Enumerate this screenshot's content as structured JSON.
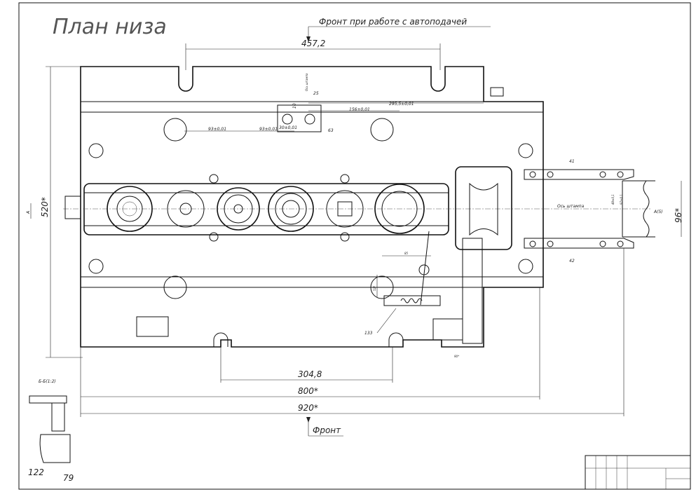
{
  "title": "План низа",
  "front_auto_label": "Фронт при работе с автоподачей",
  "front_label": "Фронт",
  "dimensions": {
    "top_width": "457,2",
    "height": "520*",
    "bottom_slots": "304,8",
    "width_800": "800*",
    "width_920": "920*",
    "strip_width": "96*",
    "d_295": "295,5±0,01",
    "d_156": "156±0,01",
    "d_93a": "93±0,01",
    "d_93b": "93±0,01",
    "d_30": "30±0,01",
    "d_25": "25",
    "d_63": "63",
    "d_10": "10",
    "d_48": "48±0,1",
    "d_97": "97±0,1",
    "d_85": "85",
    "d_52": "52*",
    "d_90": "90*"
  },
  "labels": {
    "axis": "Ось штампа",
    "axis_vertical": "Ось штампа",
    "a_mark": "A(5)",
    "a_left": "A",
    "pos41": "41",
    "pos42": "42",
    "pos133": "133",
    "section": "Б-Б(1:2)",
    "pos122": "122",
    "pos79": "79"
  }
}
